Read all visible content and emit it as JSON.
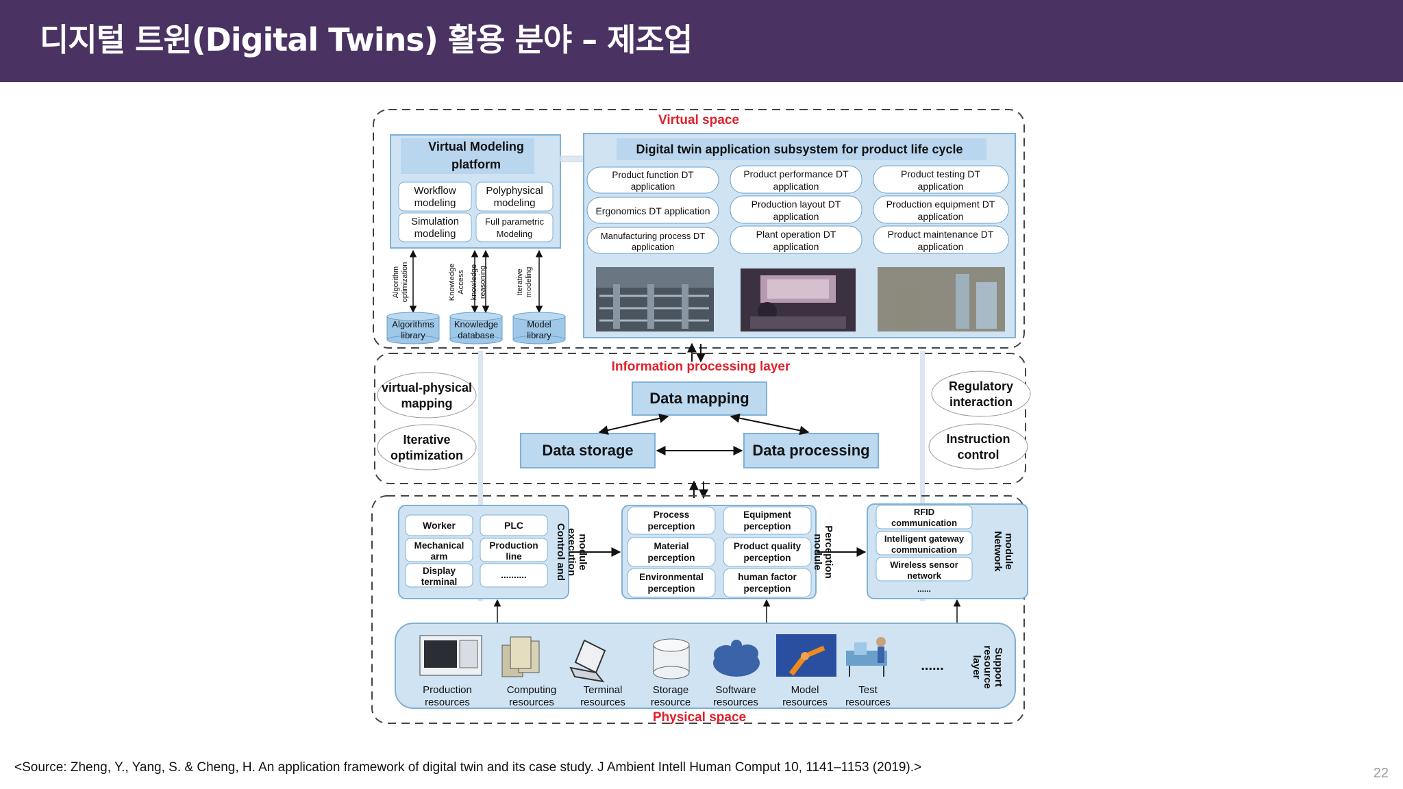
{
  "header": {
    "title": "디지털 트윈(Digital Twins) 활용 분야  –  제조업"
  },
  "diagram": {
    "virtual_space": {
      "title": "Virtual space",
      "platform": {
        "title_line1": "Virtual  Modeling",
        "title_line2": "platform",
        "items": [
          {
            "line1": "Workflow",
            "line2": "modeling"
          },
          {
            "line1": "Polyphysical",
            "line2": "modeling"
          },
          {
            "line1": "Simulation",
            "line2": "modeling"
          },
          {
            "line1": "Full parametric",
            "line2": "Modeling"
          }
        ],
        "arrow_labels": [
          {
            "line1": "Algorithm",
            "line2": "optimization",
            "line3": ""
          },
          {
            "line1": "Knowledge",
            "line2": "Access",
            "line3": "knowledge",
            "line4": "reasoning"
          },
          {
            "line1": "Iterative",
            "line2": "modeling",
            "line3": ""
          }
        ],
        "libraries": [
          {
            "line1": "Algorithms",
            "line2": "library"
          },
          {
            "line1": "Knowledge",
            "line2": "database"
          },
          {
            "line1": "Model",
            "line2": "library"
          }
        ]
      },
      "subsystem": {
        "title": "Digital twin application subsystem for product life cycle",
        "apps": [
          {
            "line1": "Product function DT",
            "line2": "application"
          },
          {
            "line1": "Product performance DT",
            "line2": "application"
          },
          {
            "line1": "Product testing DT",
            "line2": "application"
          },
          {
            "line1": "Ergonomics DT application",
            "line2": ""
          },
          {
            "line1": "Production layout DT",
            "line2": "application"
          },
          {
            "line1": "Production equipment DT",
            "line2": "application"
          },
          {
            "line1": "Manufacturing process  DT",
            "line2": "application"
          },
          {
            "line1": "Plant operation DT",
            "line2": "application"
          },
          {
            "line1": "Product maintenance DT",
            "line2": "application"
          }
        ]
      }
    },
    "info_layer": {
      "title": "Information processing layer",
      "left_ellipses": [
        {
          "line1": "virtual-physical",
          "line2": "mapping"
        },
        {
          "line1": "Iterative",
          "line2": "optimization"
        }
      ],
      "right_ellipses": [
        {
          "line1": "Regulatory",
          "line2": "interaction"
        },
        {
          "line1": "Instruction",
          "line2": "control"
        }
      ],
      "data_mapping": "Data mapping",
      "data_storage": "Data storage",
      "data_processing": "Data processing"
    },
    "physical_space": {
      "title": "Physical space",
      "control_module": {
        "label_line1": "Control and",
        "label_line2": "execution",
        "label_line3": "module",
        "items": [
          {
            "line1": "Worker",
            "line2": ""
          },
          {
            "line1": "PLC",
            "line2": ""
          },
          {
            "line1": "Mechanical",
            "line2": "arm"
          },
          {
            "line1": "Production",
            "line2": "line"
          },
          {
            "line1": "Display",
            "line2": "terminal"
          },
          {
            "line1": "..........",
            "line2": ""
          }
        ]
      },
      "perception_module": {
        "label_line1": "Perception",
        "label_line2": "module",
        "items": [
          {
            "line1": "Process",
            "line2": "perception"
          },
          {
            "line1": "Equipment",
            "line2": "perception"
          },
          {
            "line1": "Material",
            "line2": "perception"
          },
          {
            "line1": "Product quality",
            "line2": "perception"
          },
          {
            "line1": "Environmental",
            "line2": "perception"
          },
          {
            "line1": "human factor",
            "line2": "perception"
          }
        ]
      },
      "network_module": {
        "label_line1": "Network",
        "label_line2": "module",
        "items": [
          {
            "line1": "RFID",
            "line2": "communication"
          },
          {
            "line1": "Intelligent gateway",
            "line2": "communication"
          },
          {
            "line1": "Wireless sensor",
            "line2": "network"
          }
        ],
        "more": "......"
      },
      "support_layer": {
        "label_line1": "Support",
        "label_line2": "resource",
        "label_line3": "layer",
        "resources": [
          {
            "line1": "Production",
            "line2": "resources",
            "icon": "production-machine-icon"
          },
          {
            "line1": "Computing",
            "line2": "resources",
            "icon": "server-icon"
          },
          {
            "line1": "Terminal",
            "line2": "resources",
            "icon": "laptop-icon"
          },
          {
            "line1": "Storage",
            "line2": "resource",
            "icon": "database-icon"
          },
          {
            "line1": "Software",
            "line2": "resources",
            "icon": "cloud-icon"
          },
          {
            "line1": "Model",
            "line2": "resources",
            "icon": "robot-arm-icon"
          },
          {
            "line1": "Test",
            "line2": "resources",
            "icon": "test-rig-icon"
          }
        ],
        "more": "......"
      }
    }
  },
  "source": "<Source: Zheng, Y., Yang, S. & Cheng, H. An application framework of digital twin and its case study. J Ambient Intell Human Comput 10, 1141–1153 (2019).>",
  "page_number": "22",
  "colors": {
    "header_bg": "#4a3262",
    "box_fill": "#cfe3f2",
    "box_stroke": "#7fb0d6",
    "accent_red": "#e0202b"
  }
}
